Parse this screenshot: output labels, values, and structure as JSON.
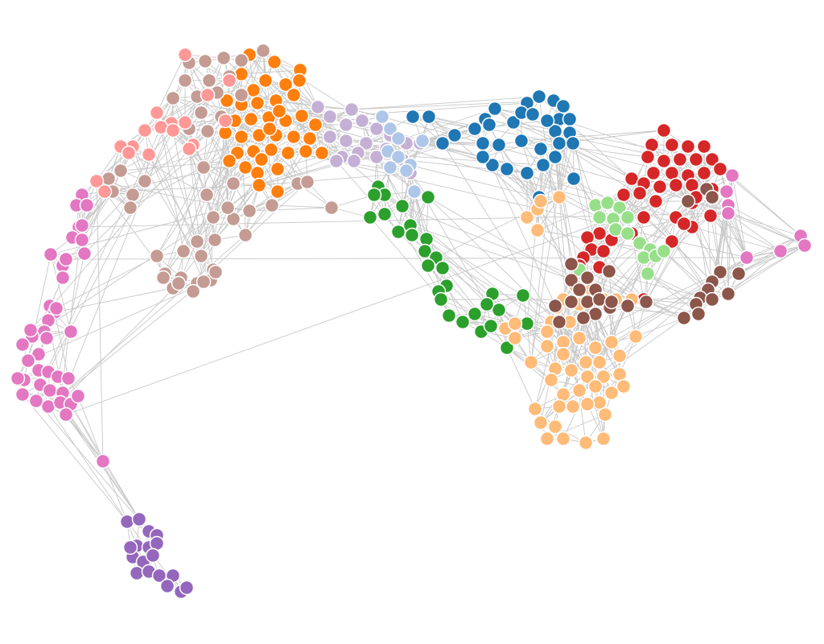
{
  "diagram": {
    "type": "force-directed network graph",
    "edge_color": "#c8c8c8",
    "node_outline": "#ffffff",
    "communities": [
      {
        "id": "orange",
        "color": "#ff7f0e"
      },
      {
        "id": "tan",
        "color": "#c49c94"
      },
      {
        "id": "salmon",
        "color": "#ff9896"
      },
      {
        "id": "lavender",
        "color": "#c5b0d5"
      },
      {
        "id": "light-blue",
        "color": "#aec7e8"
      },
      {
        "id": "blue",
        "color": "#1f77b4"
      },
      {
        "id": "red",
        "color": "#d62728"
      },
      {
        "id": "light-green",
        "color": "#98df8a"
      },
      {
        "id": "green",
        "color": "#2ca02c"
      },
      {
        "id": "peach",
        "color": "#ffbb78"
      },
      {
        "id": "brown",
        "color": "#8c564b"
      },
      {
        "id": "pink",
        "color": "#e377c2"
      },
      {
        "id": "purple",
        "color": "#9467bd"
      }
    ]
  }
}
